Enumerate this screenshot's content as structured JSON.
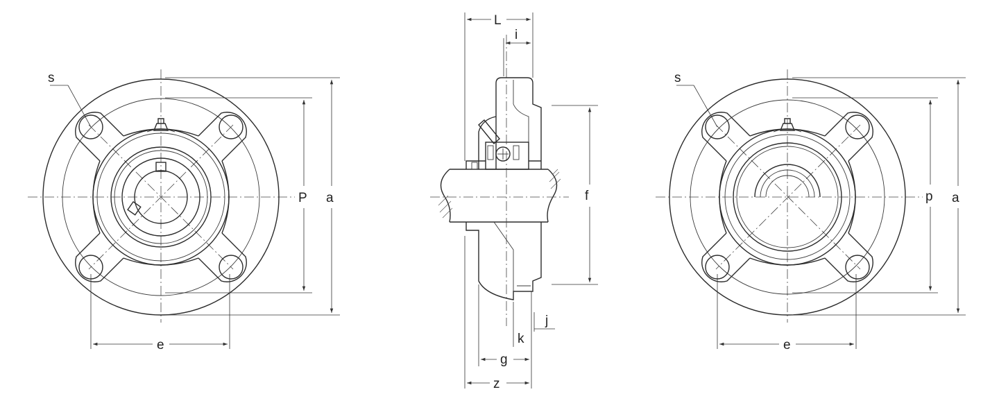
{
  "labels": {
    "left": {
      "s": "s",
      "P": "P",
      "a": "a",
      "e": "e"
    },
    "side": {
      "L": "L",
      "i": "i",
      "f": "f",
      "j": "j",
      "k": "k",
      "g": "g",
      "z": "z"
    },
    "right": {
      "s": "s",
      "p": "p",
      "a": "a",
      "e": "e"
    }
  },
  "colors": {
    "line": "#2b2b2b",
    "background": "#ffffff"
  }
}
